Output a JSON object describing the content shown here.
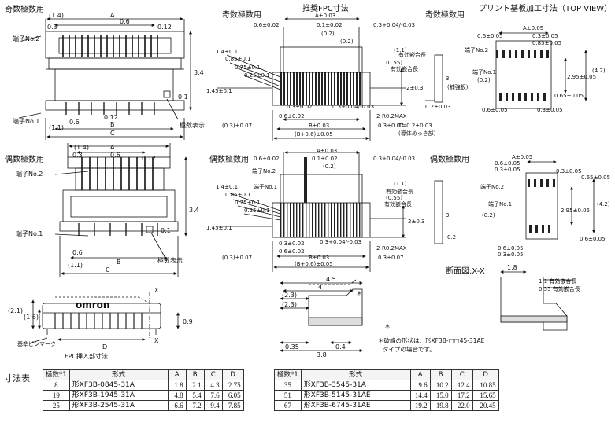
{
  "titles": {
    "odd_poles": "奇数極数用",
    "even_poles": "偶数極数用",
    "fpc_recommended": "推奨FPC寸法",
    "pcb_pattern": "プリント基板加工寸法（TOP VIEW）",
    "section": "断面図:X-X",
    "fpc_insertion": "FPC挿入部寸法",
    "dimension_table": "寸法表"
  },
  "labels": {
    "terminal_no2": "端子No.2",
    "terminal_no1": "端子No.1",
    "pole_display": "極数表示",
    "effective_fit_length": "有効嵌合長",
    "reinforcement": "(補強板)",
    "thickness_note": "T=0.2±0.03",
    "thickness_sub": "(導体めっき部)",
    "ref_pin_mark": "基準ピンマーク",
    "r_max": "2-R0.2MAX",
    "brand": "omron",
    "note_line1": "＊破線の形状は、形XF3B-□□45-31AE",
    "note_line2": "タイプの場合です。",
    "sec_fit1": "1.1 有効嵌合長",
    "sec_fit2": "0.55 有効嵌合長"
  },
  "odd_view": {
    "dims": [
      "(1.4)",
      "A",
      "0.3",
      "0.6",
      "0.12",
      "3.4",
      "0.1",
      "0.6",
      "(1.1)",
      "0.12",
      "B",
      "C"
    ]
  },
  "even_view": {
    "dims": [
      "(1.4)",
      "A",
      "0.3",
      "0.6",
      "0.12",
      "3.4",
      "0.1",
      "0.6",
      "(1.1)",
      "B",
      "C"
    ]
  },
  "fpc_odd": {
    "dims": [
      "A±0.03",
      "0.6±0.02",
      "0.1±0.02",
      "0.3+0.04/-0.03",
      "(0.2)",
      "(0.2)",
      "1.4±0.1",
      "0.85±0.1",
      "0.75±0.1",
      "0.25±0.1",
      "1.45±0.1",
      "(1.1)",
      "(0.55)",
      "2±0.3",
      "3",
      "0.2±0.03",
      "0.3±0.02",
      "0.3+0.04/-0.03",
      "0.6±0.02",
      "(0.3)±0.07",
      "B±0.03",
      "0.3±0.07",
      "(B+0.6)±0.05"
    ]
  },
  "fpc_even": {
    "dims": [
      "A±0.03",
      "0.6±0.02",
      "0.1±0.02",
      "0.3+0.04/-0.03",
      "(0.2)",
      "1.4±0.1",
      "0.85±0.1",
      "0.75±0.1",
      "0.25±0.1",
      "1.45±0.1",
      "(1.1)",
      "(0.55)",
      "2±0.3",
      "3",
      "0.2",
      "0.3±0.02",
      "0.3+0.04/-0.03",
      "0.6±0.02",
      "(0.3)±0.07",
      "B±0.03",
      "0.3±0.07",
      "(B+0.6)±0.05"
    ]
  },
  "pcb_odd": {
    "dims": [
      "A±0.05",
      "0.6±0.05",
      "0.3±0.05",
      "0.85±0.05",
      "(0.2)",
      "2.95±0.05",
      "(4.2)",
      "0.65±0.05",
      "0.6±0.05",
      "0.3±0.05"
    ]
  },
  "pcb_even": {
    "dims": [
      "A±0.05",
      "0.6±0.05",
      "0.3±0.05",
      "0.3±0.05",
      "0.65±0.05",
      "(0.2)",
      "2.95±0.05",
      "(4.2)",
      "0.6±0.05",
      "0.6±0.05",
      "0.3±0.05"
    ]
  },
  "side_view": {
    "dims": [
      "(2.1)",
      "(1.6)",
      "X",
      "X",
      "0.9",
      "D"
    ]
  },
  "side2": {
    "dims": [
      "4.5",
      "4",
      "(2.3)",
      "(2.3)",
      "0.35",
      "0.4",
      "3.8",
      "＊",
      "＊"
    ]
  },
  "section_view": {
    "dims": [
      "1.8"
    ]
  },
  "table_headers": [
    "極数*1",
    "形式",
    "A",
    "B",
    "C",
    "D"
  ],
  "table_left": [
    {
      "poles": "8",
      "model": "形XF3B-0845-31A",
      "A": "1.8",
      "B": "2.1",
      "C": "4.3",
      "D": "2.75"
    },
    {
      "poles": "19",
      "model": "形XF3B-1945-31A",
      "A": "4.8",
      "B": "5.4",
      "C": "7.6",
      "D": "6.05"
    },
    {
      "poles": "25",
      "model": "形XF3B-2545-31A",
      "A": "6.6",
      "B": "7.2",
      "C": "9.4",
      "D": "7.85"
    }
  ],
  "table_right": [
    {
      "poles": "35",
      "model": "形XF3B-3545-31A",
      "A": "9.6",
      "B": "10.2",
      "C": "12.4",
      "D": "10.85"
    },
    {
      "poles": "51",
      "model": "形XF3B-5145-31AE",
      "A": "14.4",
      "B": "15.0",
      "C": "17.2",
      "D": "15.65"
    },
    {
      "poles": "67",
      "model": "形XF3B-6745-31AE",
      "A": "19.2",
      "B": "19.8",
      "C": "22.0",
      "D": "20.45"
    }
  ]
}
